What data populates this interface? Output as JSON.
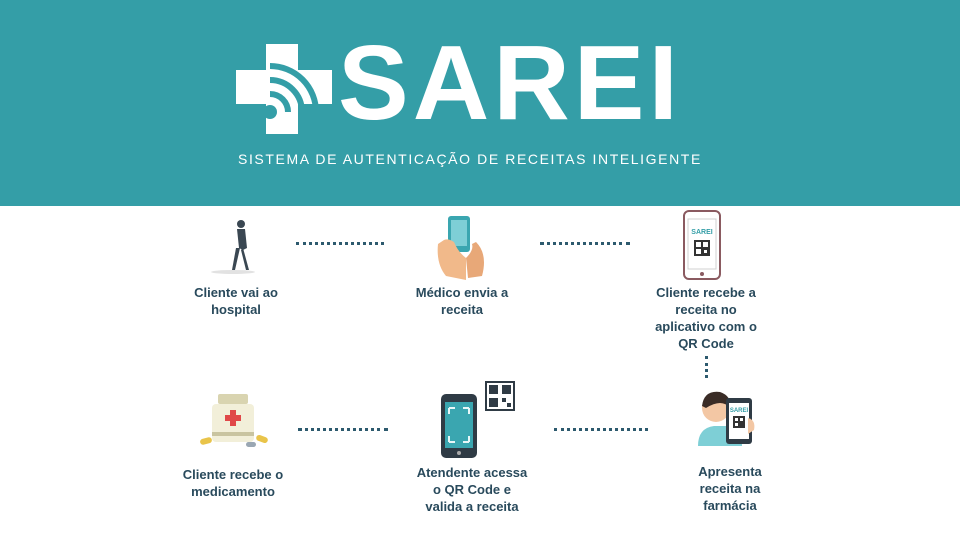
{
  "header": {
    "brand": "SAREI",
    "tagline": "SISTEMA DE AUTENTICAÇÃO DE RECEITAS INTELIGENTE",
    "background": "#349ea7"
  },
  "steps": [
    {
      "label": "Cliente vai ao hospital",
      "icon": "walking-person-icon"
    },
    {
      "label": "Médico envia a receita",
      "icon": "hands-phone-icon"
    },
    {
      "label": "Cliente recebe a receita no aplicativo com o QR Code",
      "icon": "phone-qr-icon"
    },
    {
      "label": "Apresenta receita na farmácia",
      "icon": "woman-phone-icon"
    },
    {
      "label": "Atendente acessa o QR Code e valida a receita",
      "icon": "phone-scan-icon"
    },
    {
      "label": "Cliente recebe o medicamento",
      "icon": "medicine-bottle-icon"
    }
  ],
  "phone_logo": "SAREI",
  "colors": {
    "text": "#294a5c",
    "accent": "#349ea7"
  }
}
